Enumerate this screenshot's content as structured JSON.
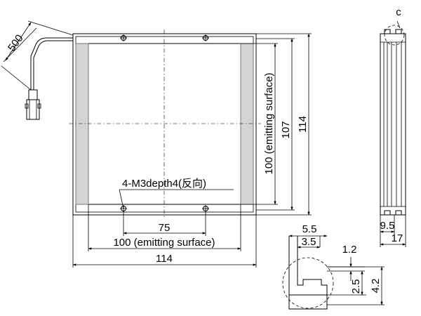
{
  "dimensions": {
    "cable_length": "500",
    "overall_width": "114",
    "overall_height": "114",
    "emitting_height": "107",
    "emitting_surface_vertical": "100 (emitting surface)",
    "emitting_surface_horizontal": "100 (emitting surface)",
    "hole_pitch": "75",
    "side_top_label": "c",
    "side_depth": "9.5",
    "side_thickness": "17",
    "detail_width_outer": "5.5",
    "detail_width_inner": "3.5",
    "detail_slot": "1.2",
    "detail_depth_inner": "2.5",
    "detail_depth_outer": "4.2"
  },
  "annotations": {
    "mount_holes": "4-M3depth4(反向)"
  }
}
